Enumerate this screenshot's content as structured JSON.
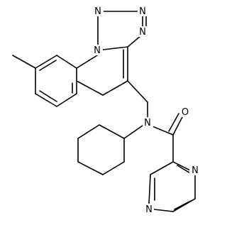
{
  "molecule": {
    "atoms": {
      "n_tz1": "N",
      "n_tz2": "N",
      "n_tz3": "N",
      "n_tz4": "N",
      "n_amide": "N",
      "o_carbonyl": "O",
      "n_pyz1": "N",
      "n_pyz2": "N"
    },
    "colors": {
      "bond": "#000000",
      "label": "#000000",
      "background": "#ffffff"
    }
  }
}
